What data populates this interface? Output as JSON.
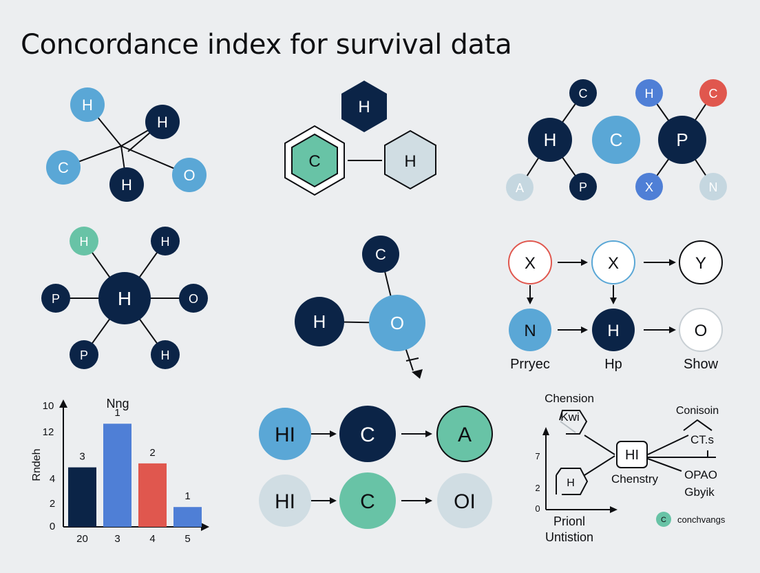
{
  "title": "Concordance index for survival data",
  "colors": {
    "navy": "#0b2447",
    "blue": "#5aa7d6",
    "royal": "#4f7fd6",
    "teal": "#68c3a6",
    "red": "#e0574e",
    "pale": "#c5d7e0",
    "palegray": "#d0dde3",
    "white": "#ffffff"
  },
  "panel1": {
    "atoms": [
      "H",
      "H",
      "C",
      "H",
      "O"
    ]
  },
  "panel2": {
    "atoms": [
      "H",
      "C",
      "H"
    ]
  },
  "panel3": {
    "atoms": [
      "C",
      "H",
      "C",
      "H",
      "C",
      "P",
      "A",
      "P",
      "X",
      "N"
    ]
  },
  "panel4": {
    "center": "H",
    "atoms": [
      "H",
      "H",
      "P",
      "O",
      "P",
      "H"
    ]
  },
  "panel5": {
    "atoms": [
      "C",
      "H",
      "O"
    ]
  },
  "panel6": {
    "nodes": [
      "X",
      "X",
      "Y",
      "N",
      "H",
      "O"
    ],
    "labels": [
      "Prryec",
      "Hp",
      "Show"
    ]
  },
  "chart_data": {
    "type": "bar",
    "title": "Nng",
    "ylabel": "Rndeh",
    "categories": [
      "20",
      "3",
      "4",
      "5"
    ],
    "values": [
      3,
      5.2,
      3.2,
      1
    ],
    "data_labels": [
      "3",
      "1",
      "2",
      "1"
    ],
    "ytick_labels": [
      "0",
      "2",
      "4",
      "12",
      "10"
    ],
    "colors": [
      "#0b2447",
      "#4f7fd6",
      "#e0574e",
      "#4f7fd6"
    ],
    "grid": false
  },
  "panel8": {
    "row1": [
      "HI",
      "C",
      "A"
    ],
    "row2": [
      "HI",
      "C",
      "OI"
    ]
  },
  "panel9": {
    "labels": [
      "Chension",
      "Kwi",
      "Conisoin",
      "CT.s",
      "HI",
      "Chenstry",
      "OPAO",
      "Gbyik",
      "Prionl",
      "Untistion",
      "H",
      "7",
      "2",
      "0"
    ],
    "legend": {
      "glyph": "C",
      "text": "conchvangs"
    }
  }
}
